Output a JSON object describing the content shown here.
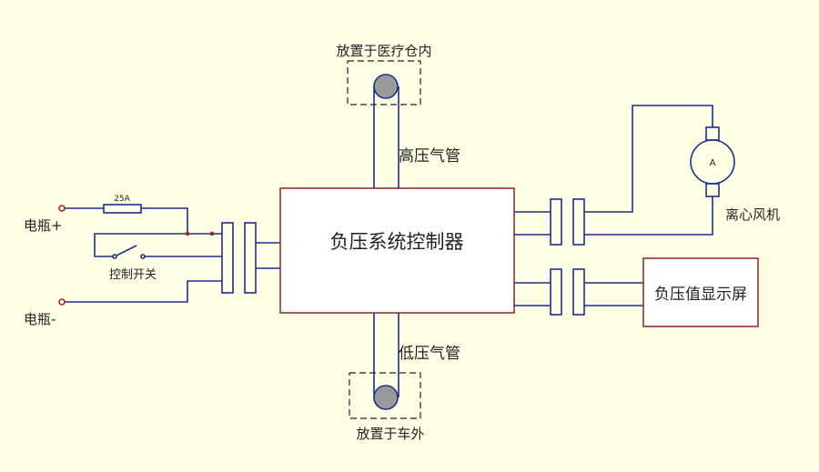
{
  "colors": {
    "background": "#ffffe6",
    "wire": "#1c2f8f",
    "box_border": "#8b2323",
    "dashed": "#222222",
    "vent_fill": "#9a9a9a",
    "node": "#b22222"
  },
  "labels": {
    "controller": "负压系统控制器",
    "display": "负压值显示屏",
    "top_location": "放置于医疗仓内",
    "bottom_location": "放置于车外",
    "high_pipe": "高压气管",
    "low_pipe": "低压气管",
    "fan": "离心风机",
    "fan_symbol": "A",
    "fuse": "25A",
    "switch": "控制开关",
    "battery_pos": "电瓶+",
    "battery_neg": "电瓶-"
  }
}
